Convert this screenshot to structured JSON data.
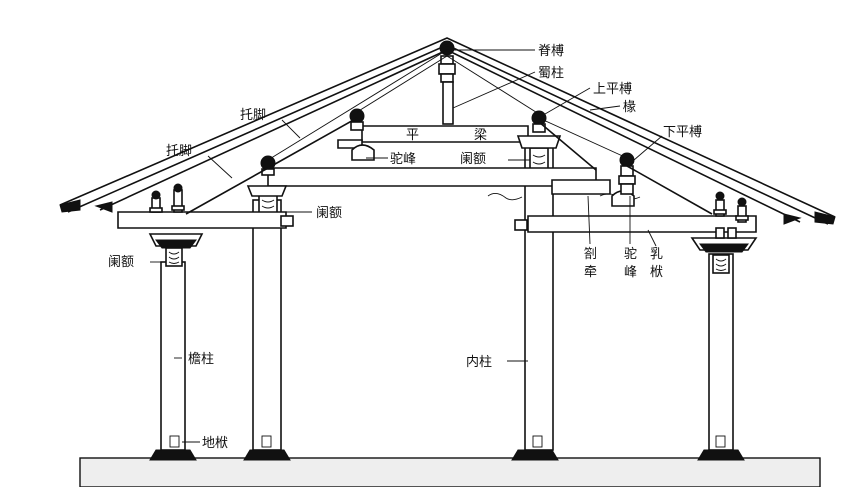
{
  "labels": {
    "ridge_purlin": "脊榑",
    "king_post": "蜀柱",
    "upper_purlin": "上平榑",
    "rafter": "椽",
    "lower_purlin": "下平榑",
    "tuojiao_upper": "托脚",
    "tuojiao_lower": "托脚",
    "pingliang_left": "平",
    "pingliang_right": "梁",
    "tuofeng_center": "驼峰",
    "lan_e_inner_right": "阑额",
    "lan_e_inner_left": "阑额",
    "lan_e_outer_left": "阑额",
    "zha_qian_1": "劄",
    "zha_qian_2": "牵",
    "tuofeng_v_1": "驼",
    "tuofeng_v_2": "峰",
    "ru_fu_1": "乳",
    "ru_fu_2": "栿",
    "eave_column": "檐柱",
    "inner_column": "内柱",
    "ground_sill": "地栿"
  }
}
